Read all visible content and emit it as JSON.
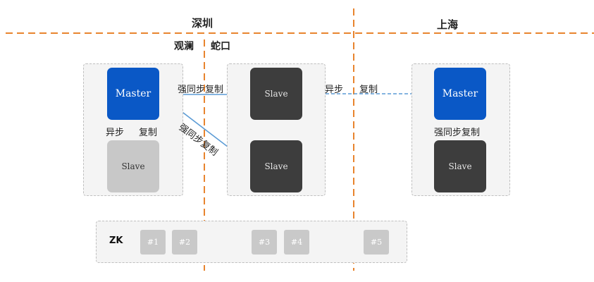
{
  "regions": {
    "shenzhen": "深圳",
    "shanghai": "上海"
  },
  "zones": {
    "guanlan": "观澜",
    "shekou": "蛇口"
  },
  "nodes": {
    "master_left": "Master",
    "slave_left": "Slave",
    "slave_mid_top": "Slave",
    "slave_mid_bottom": "Slave",
    "master_right": "Master",
    "slave_right": "Slave"
  },
  "edges": {
    "strong_sync_top": "强同步复制",
    "strong_sync_diag": "强同步复制",
    "async_left_a": "异步",
    "async_left_b": "复制",
    "async_cross_a": "异步",
    "async_cross_b": "复制",
    "strong_sync_right": "强同步复制"
  },
  "zk": {
    "label": "ZK",
    "members": [
      "#1",
      "#2",
      "#3",
      "#4",
      "#5"
    ]
  },
  "colors": {
    "master": "#0a58c6",
    "slave_dark": "#3d3d3d",
    "slave_light": "#c8c8c8",
    "boundary": "#e8842e",
    "arrow": "#5b9bd5"
  }
}
